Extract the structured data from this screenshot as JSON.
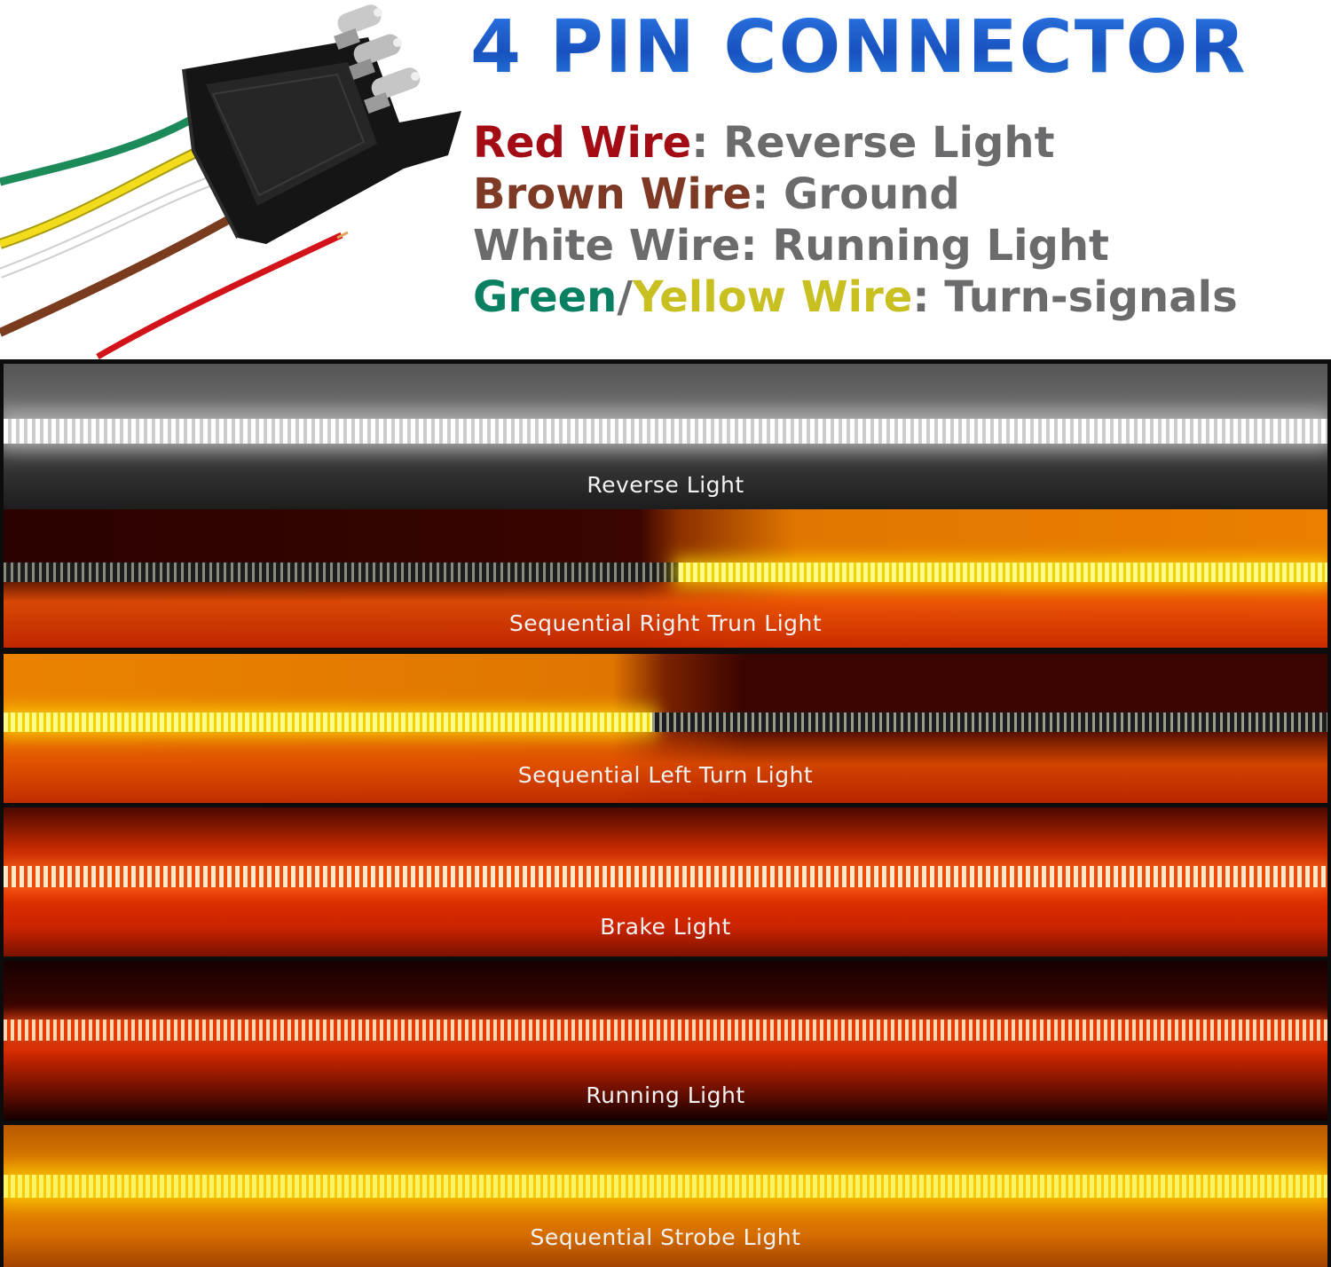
{
  "header": {
    "title": "4 PIN CONNECTOR"
  },
  "wiring": [
    {
      "wire": "Red Wire",
      "separator": ": ",
      "function": "Reverse Light",
      "color": "#a30c14"
    },
    {
      "wire": "Brown Wire",
      "separator": ": ",
      "function": "Ground",
      "color": "#7e3a24"
    },
    {
      "wire": "White Wire",
      "separator": ": ",
      "function": "Running Light",
      "color": "#6b6a6c"
    },
    {
      "wire_a": "Green",
      "slash": "/",
      "wire_b": "Yellow Wire",
      "separator": ": ",
      "function": "Turn-signals",
      "color_a": "#0a8062",
      "color_b": "#c8bf21"
    }
  ],
  "connector_image": {
    "icon": "trailer-4-pin-connector-icon",
    "wire_colors": [
      "#1d8a5a",
      "#f2dc1c",
      "#ffffff",
      "#7a3b1e",
      "#d2141a"
    ]
  },
  "modes": [
    {
      "caption": "Reverse Light",
      "light_color": "#ffffff"
    },
    {
      "caption": "Sequential Right Trun Light",
      "light_color": "#f2d300"
    },
    {
      "caption": "Sequential Left Turn Light",
      "light_color": "#f2d300"
    },
    {
      "caption": "Brake Light",
      "light_color": "#f04a08"
    },
    {
      "caption": "Running Light",
      "light_color": "#e23c04"
    },
    {
      "caption": "Sequential Strobe Light",
      "light_color": "#f4cc00"
    }
  ]
}
